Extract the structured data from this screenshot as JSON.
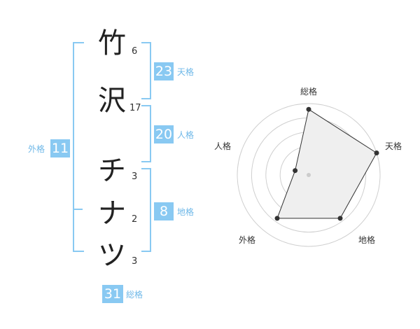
{
  "characters": [
    {
      "char": "竹",
      "strokes": "6"
    },
    {
      "char": "沢",
      "strokes": "17"
    },
    {
      "char": "チ",
      "strokes": "3"
    },
    {
      "char": "ナ",
      "strokes": "2"
    },
    {
      "char": "ツ",
      "strokes": "3"
    }
  ],
  "scores": {
    "tenkaku": {
      "value": "23",
      "label": "天格"
    },
    "jinkaku": {
      "value": "20",
      "label": "人格"
    },
    "chikaku": {
      "value": "8",
      "label": "地格"
    },
    "gaikaku": {
      "value": "11",
      "label": "外格"
    },
    "soukaku": {
      "value": "31",
      "label": "総格"
    }
  },
  "colors": {
    "accent": "#89c9f2",
    "accent_text": "#6fb8e8"
  },
  "chart_data": {
    "type": "radar",
    "axes": [
      "総格",
      "天格",
      "地格",
      "外格",
      "人格"
    ],
    "values": [
      0.92,
      1.0,
      0.75,
      0.75,
      0.2
    ],
    "range": [
      0,
      1
    ],
    "rings": 5
  }
}
